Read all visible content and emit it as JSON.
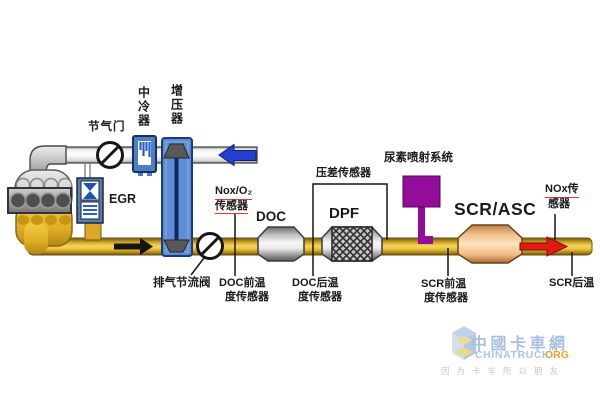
{
  "diagram_title": "diesel-exhaust-aftertreatment-system",
  "labels": {
    "throttle": "节气门",
    "intercooler": "中冷器",
    "turbocharger": "增压器",
    "egr": "EGR",
    "exhaust_throttle_valve": "排气节流阀",
    "nox_o2_sensor": {
      "line1": "Nox/O₂",
      "line2": "传感器"
    },
    "doc": "DOC",
    "dpf": "DPF",
    "diff_pressure_sensor": "压差传感器",
    "urea_injection_system": "尿素喷射系统",
    "scr_asc": "SCR/ASC",
    "nox_sensor": {
      "line1": "NOx传",
      "line2": "感器"
    },
    "doc_pre_temp_sensor": {
      "line1": "DOC前温",
      "line2": "度传感器"
    },
    "doc_post_temp_sensor": {
      "line1": "DOC后温",
      "line2": "度传感器"
    },
    "scr_pre_temp_sensor": {
      "line1": "SCR前温",
      "line2": "度传感器"
    },
    "scr_post_temp_sensor": "SCR后温"
  },
  "watermark": {
    "cn": "中國卡車網",
    "en": "CHINATRUCK",
    "suffix": "ORG",
    "slogan": "因为卡车所以朋友"
  },
  "colors": {
    "exhaust_pipe_gold": "#e8bf35",
    "intake_pipe_white": "#f2f2f2",
    "turbo_blue": "#5c8ed3",
    "egr_blue": "#4c80c2",
    "urea_purple": "#930d9a",
    "intake_arrow_blue": "#2340cf",
    "exhaust_arrow_red": "#e11b12",
    "flow_arrow_black": "#141414",
    "scr_peach": "#f5cd9f",
    "watermark_blue": "#a9c0e0",
    "watermark_orange": "#eda22e"
  }
}
